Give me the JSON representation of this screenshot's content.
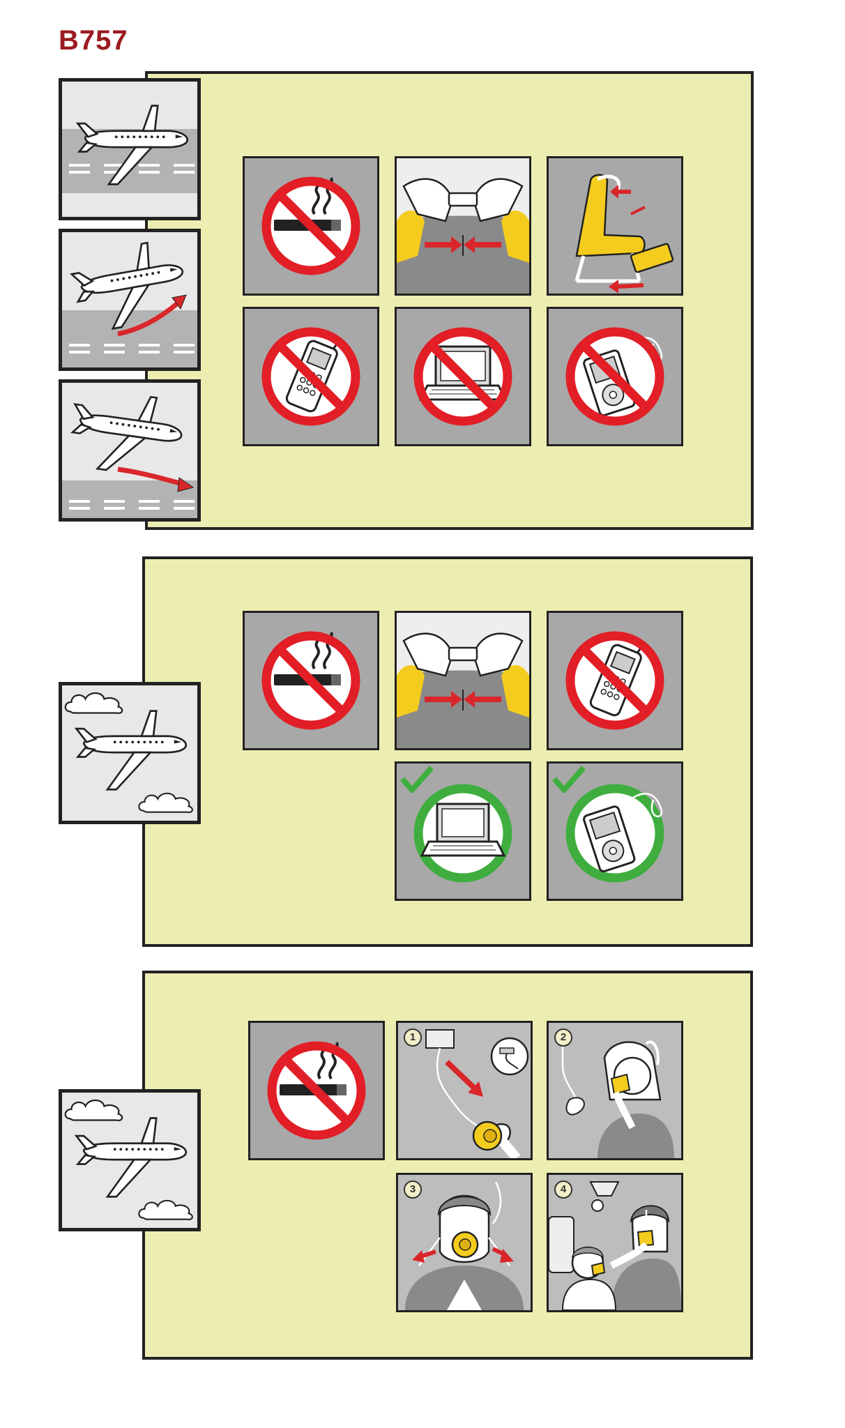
{
  "header": {
    "title": "B757"
  },
  "colors": {
    "title": "#9b1b21",
    "panel_bg": "#ecedb1",
    "prohibit_red": "#e21e26",
    "allowed_green": "#3fae3f",
    "arrow_red": "#d9262a",
    "seat_yellow": "#f4cc1d",
    "tile_gray": "#a8a8a8"
  },
  "sections": [
    {
      "phase_icons": [
        "airplane-on-runway",
        "airplane-takeoff",
        "airplane-landing"
      ],
      "tiles": [
        "no-smoking",
        "fasten-seatbelt",
        "seat-upright-and-bag-stowed",
        "no-mobile-phone",
        "no-laptop",
        "no-music-player"
      ]
    },
    {
      "phase_icons": [
        "airplane-in-flight"
      ],
      "tiles": [
        "no-smoking",
        "fasten-seatbelt",
        "no-mobile-phone",
        "laptop-allowed",
        "music-player-allowed"
      ]
    },
    {
      "phase_icons": [
        "airplane-in-flight"
      ],
      "tiles": [
        "no-smoking",
        "oxygen-mask-step-1",
        "oxygen-mask-step-2",
        "oxygen-mask-step-3",
        "oxygen-mask-step-4"
      ],
      "step_numbers": [
        "1",
        "2",
        "3",
        "4"
      ]
    }
  ]
}
